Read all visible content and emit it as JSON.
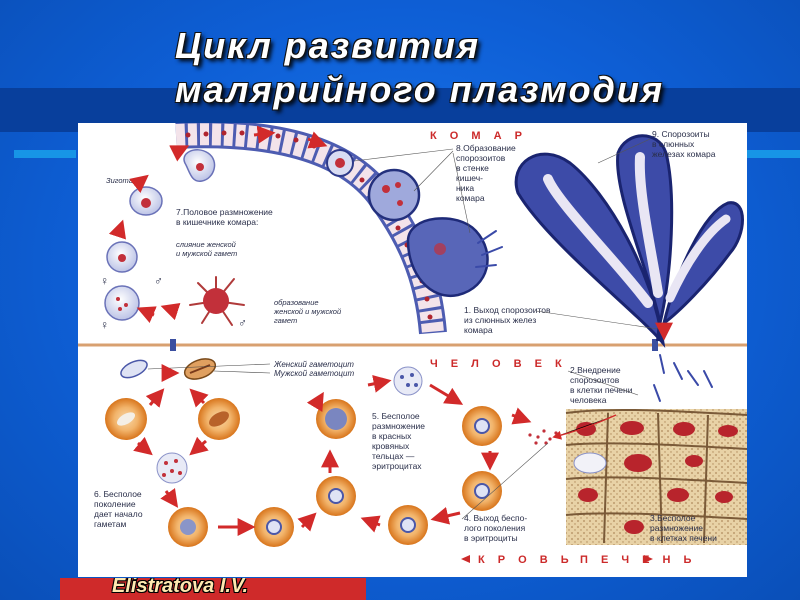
{
  "title": {
    "line1": "Цикл развития",
    "line2": "малярийного плазмодия"
  },
  "author": "Elistratova I.V.",
  "colors": {
    "background": "#0d5bd2",
    "band": "#083f9c",
    "accent_line": "#1795e6",
    "author_bg": "#cf2a2a",
    "arrow": "#d22a2a",
    "cell": "#e07a1a"
  },
  "sections": {
    "mosquito": "К О М А Р",
    "human": "Ч Е Л О В Е К",
    "blood": "К Р О В Ь",
    "liver": "П Е Ч Е Н Ь"
  },
  "labels": {
    "zygote": "Зигота",
    "stage7": [
      "7.Половое размножение",
      "в кишечнике комара:"
    ],
    "fusion": [
      "слияние женской",
      "и мужской гамет"
    ],
    "gamete_formation": [
      "образование",
      "женской и мужской",
      "гамет"
    ],
    "stage8": [
      "8.Образование",
      "спорозоитов",
      "в стенке",
      "кишеч-",
      "ника",
      "комара"
    ],
    "stage9": [
      "9. Спорозоиты",
      "в слюнных",
      "железах комара"
    ],
    "stage1": [
      "1. Выход спорозоитов",
      "из слюнных желез",
      "комара"
    ],
    "female_gametocyte": "Женский гаметоцит",
    "male_gametocyte": "Мужской гаметоцит",
    "stage2": [
      "2.Внедрение",
      "спорозоитов",
      "в клетки печени",
      "человека"
    ],
    "stage5": [
      "5. Бесполое",
      "размножение",
      "в красных",
      "кровяных",
      "тельцах —",
      "эритроцитах"
    ],
    "stage6": [
      "6. Бесполое",
      "поколение",
      "дает начало",
      "гаметам"
    ],
    "stage4": [
      "4. Выход беспо-",
      "лого поколения",
      "в эритроциты"
    ],
    "stage3": [
      "3.Бесполое",
      "размножение",
      "в клетках печени"
    ],
    "female_symbol": "♀",
    "male_symbol": "♂"
  }
}
